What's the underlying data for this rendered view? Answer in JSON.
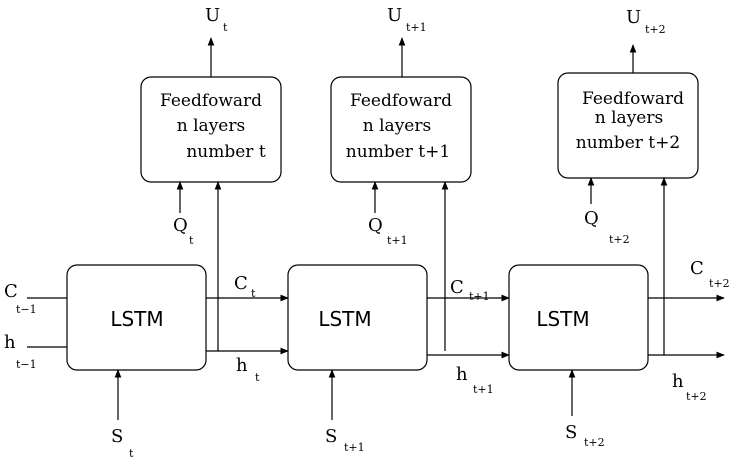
{
  "cells": [
    {
      "lstm_label": "LSTM",
      "ff_lines": [
        "Feedfoward",
        "n layers",
        "number t"
      ],
      "U": {
        "main": "U",
        "sub": "t"
      },
      "Q": {
        "main": "Q",
        "sub": "t"
      },
      "C": {
        "main": "C",
        "sub": "t"
      },
      "h": {
        "main": "h",
        "sub": "t"
      },
      "S": {
        "main": "S",
        "sub": "t"
      }
    },
    {
      "lstm_label": "LSTM",
      "ff_lines": [
        "Feedfoward",
        "n layers",
        "number t+1"
      ],
      "U": {
        "main": "U",
        "sub": "t+1"
      },
      "Q": {
        "main": "Q",
        "sub": "t+1"
      },
      "C": {
        "main": "C",
        "sub": "t+1"
      },
      "h": {
        "main": "h",
        "sub": "t+1"
      },
      "S": {
        "main": "S",
        "sub": "t+1"
      }
    },
    {
      "lstm_label": "LSTM",
      "ff_lines": [
        "Feedfoward",
        "n layers",
        "number t+2"
      ],
      "U": {
        "main": "U",
        "sub": "t+2"
      },
      "Q": {
        "main": "Q",
        "sub": "t+2"
      },
      "C": {
        "main": "C",
        "sub": "t+2"
      },
      "h": {
        "main": "h",
        "sub": "t+2"
      },
      "S": {
        "main": "S",
        "sub": "t+2"
      }
    }
  ],
  "inputs": {
    "C_prev": {
      "main": "C",
      "sub": "t−1"
    },
    "h_prev": {
      "main": "h",
      "sub": "t−1"
    }
  }
}
